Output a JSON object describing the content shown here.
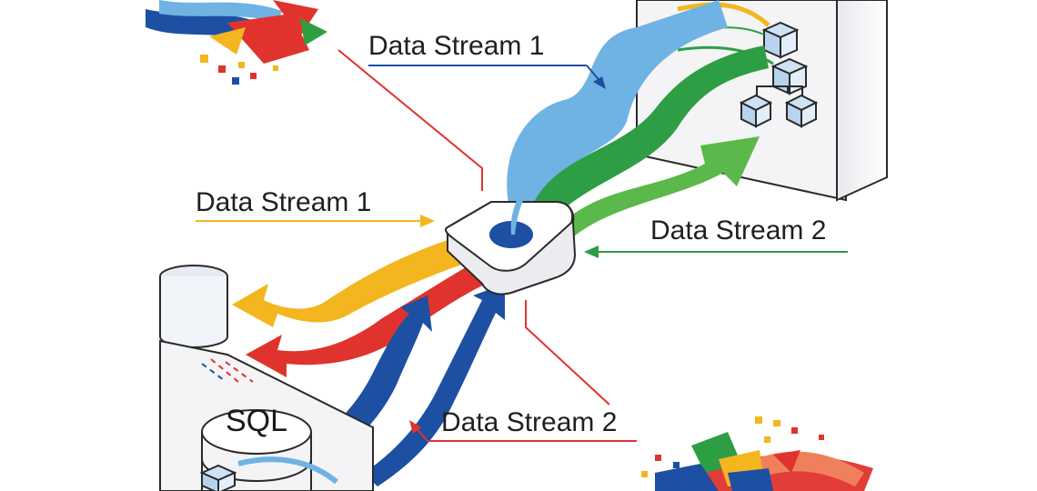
{
  "labels": {
    "stream1_top": "Data Stream 1",
    "stream1_left": "Data Stream 1",
    "stream2_right": "Data Stream 2",
    "stream2_bottom": "Data Stream 2",
    "sql": "SQL"
  },
  "colors": {
    "blue": "#1d4fa3",
    "light_blue": "#6fb3e4",
    "green": "#2e9e45",
    "red": "#e0332e",
    "yellow": "#f3b61f",
    "dark": "#222222",
    "outline": "#2a2a2a",
    "panel": "#f4f4f6"
  },
  "icons": [
    "database-stack-icon",
    "hub-node-icon",
    "cube-hierarchy-icon",
    "confetti-shapes"
  ]
}
